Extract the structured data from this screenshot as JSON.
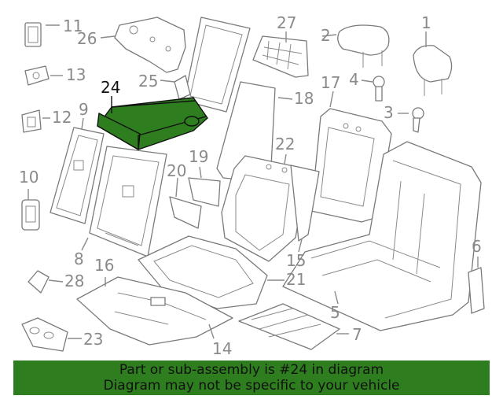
{
  "diagram": {
    "highlight_color": "#2e7d1e",
    "highlighted_part": "24",
    "callouts": [
      "1",
      "2",
      "3",
      "4",
      "5",
      "6",
      "7",
      "8",
      "9",
      "10",
      "11",
      "12",
      "13",
      "14",
      "15",
      "16",
      "17",
      "18",
      "19",
      "20",
      "21",
      "22",
      "23",
      "24",
      "25",
      "26",
      "27",
      "28"
    ]
  },
  "banner": {
    "background": "#2e7d1e",
    "line1": "Part or sub-assembly is #24 in diagram",
    "line2": "Diagram may not be specific to your vehicle"
  }
}
